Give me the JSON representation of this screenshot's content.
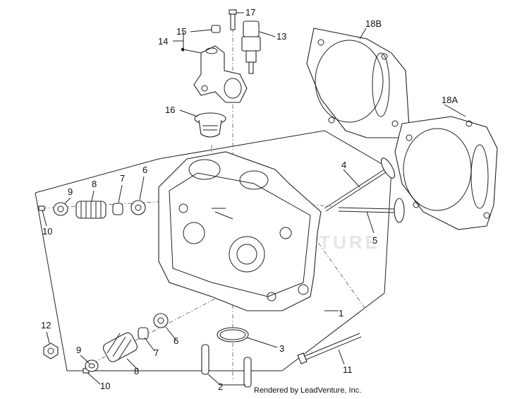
{
  "labels": {
    "l1": "1",
    "l2": "2",
    "l3": "3",
    "l4": "4",
    "l5": "5",
    "l6a": "6",
    "l6b": "6",
    "l7a": "7",
    "l7b": "7",
    "l8a": "8",
    "l8b": "8",
    "l9a": "9",
    "l9b": "9",
    "l10a": "10",
    "l10b": "10",
    "l11": "11",
    "l12": "12",
    "l13": "13",
    "l14": "14",
    "l15": "15",
    "l16": "16",
    "l17": "17",
    "l18a": "18A",
    "l18b": "18B"
  },
  "watermark": "LEADVENTURE",
  "credit": "Rendered by LeadVenture, Inc."
}
